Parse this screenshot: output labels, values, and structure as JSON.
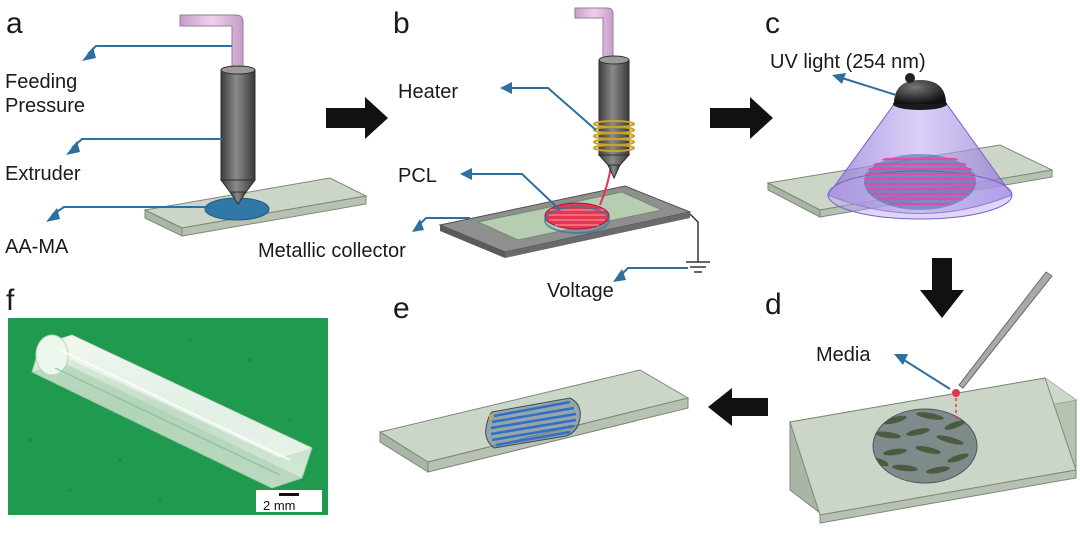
{
  "panels": {
    "a": "a",
    "b": "b",
    "c": "c",
    "d": "d",
    "e": "e",
    "f": "f"
  },
  "labels": {
    "feeding_line1": "Feeding",
    "feeding_line2": "Pressure",
    "extruder": "Extruder",
    "aama": "AA-MA",
    "heater": "Heater",
    "pcl": "PCL",
    "metallic_collector": "Metallic collector",
    "voltage": "Voltage",
    "uv_light": "UV light (254 nm)",
    "media": "Media",
    "scale_bar": "2 mm"
  },
  "colors": {
    "arrow_label": "#2f6f9f",
    "slide": "#ccd6c8",
    "nozzle": "#5e5e5e",
    "pink_tube": "#d9b3d9",
    "aama_disk": "#2f78a8",
    "pcl_red": "#e83550",
    "uv_cone": "#a98ce8",
    "photo_green": "#1f9a4f"
  }
}
